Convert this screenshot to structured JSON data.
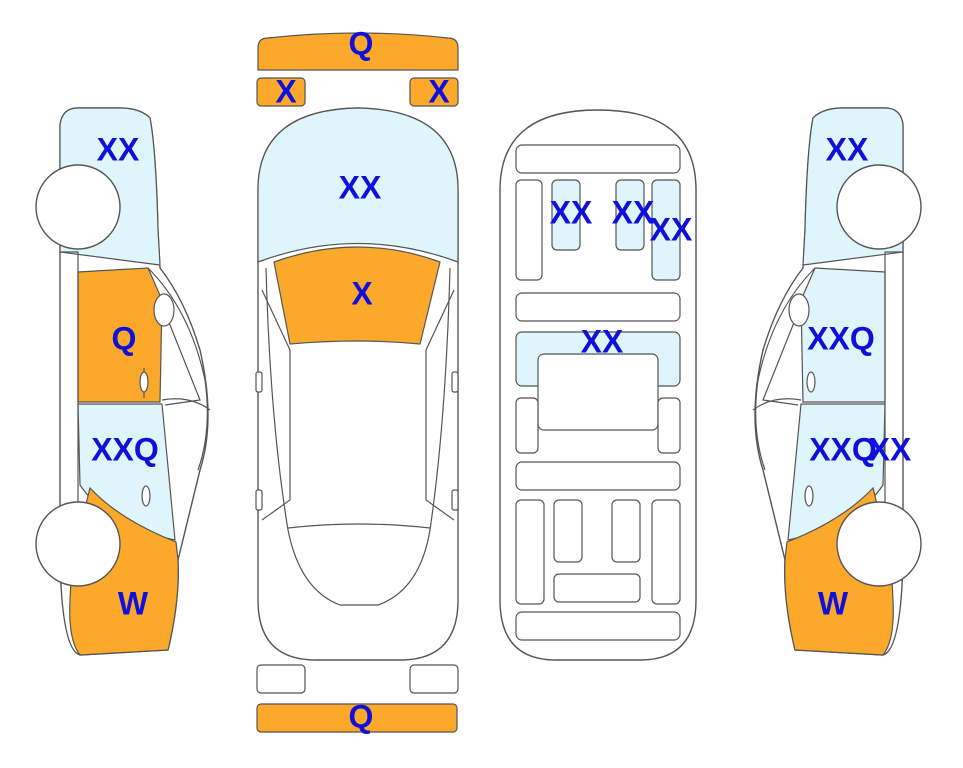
{
  "colors": {
    "damage_orange": "#fca82b",
    "damage_blue": "#def5fb",
    "label_text": "#1010dd",
    "outline": "#555555"
  },
  "top_view": {
    "front_bumper": "Q",
    "left_headlight": "X",
    "right_headlight": "X",
    "hood": "XX",
    "windshield": "X",
    "rear_bumper": "Q"
  },
  "interior_view": {
    "seat_left": "XX",
    "seat_center": "XX",
    "seat_right": "XX",
    "console": "XX"
  },
  "left_side": {
    "front_fender": "XX",
    "front_door": "Q",
    "rear_door": "XXQ",
    "rear_quarter": "W"
  },
  "right_side": {
    "front_fender": "XX",
    "front_door": "XXQ",
    "rear_door": "XXQ",
    "rear_extra": "XX",
    "rear_quarter": "W"
  }
}
